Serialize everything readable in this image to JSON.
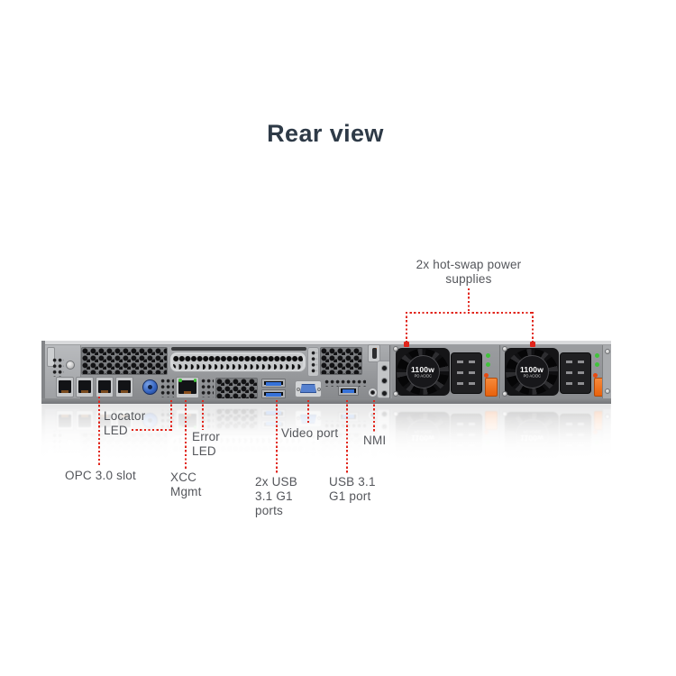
{
  "title": "Rear view",
  "colors": {
    "callout_red": "#e1251b",
    "title_text": "#2e3a47",
    "label_text": "#54565b",
    "psu_led_green": "#41c33b",
    "psu_led_amber": "#e8490f",
    "psu_tab_orange": "#f0731f",
    "usb_blue": "#3672d9",
    "vga_blue": "#5580cf",
    "thumbscrew_blue": "#3463c0"
  },
  "callouts": {
    "power_supplies": "2x hot-swap power supplies",
    "locator_led": "Locator LED",
    "error_led": "Error LED",
    "video_port": "Video port",
    "nmi": "NMI",
    "opc_slot": "OPC 3.0 slot",
    "xcc_mgmt": "XCC Mgmt",
    "usb_pair": "2x USB 3.1 G1 ports",
    "usb_single": "USB 3.1 G1 port"
  },
  "server": {
    "psu1": {
      "wattage": "1100w",
      "type": "PO AC/DC"
    },
    "psu2": {
      "wattage": "1100w",
      "type": "PO AC/DC"
    }
  }
}
